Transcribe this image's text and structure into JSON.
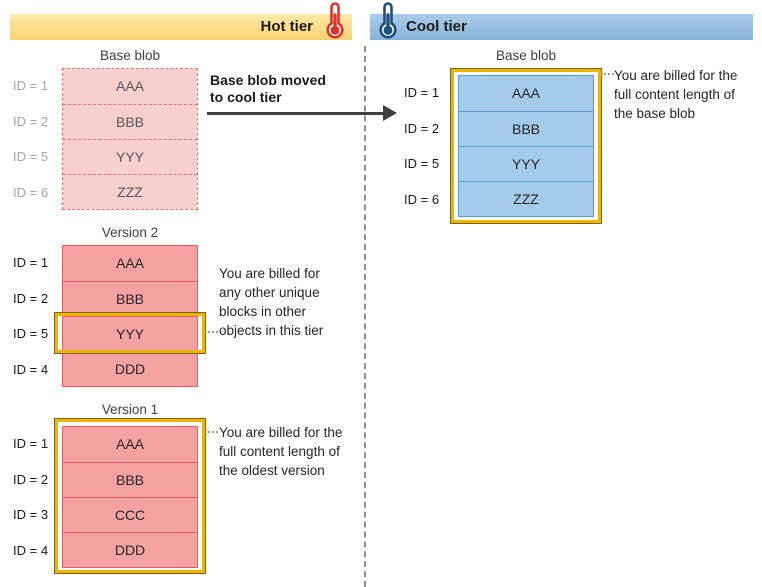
{
  "header": {
    "hot": {
      "label": "Hot tier",
      "icon": "thermometer-hot-icon",
      "bar_color": "#fbdc84",
      "icon_color": "#d9342b"
    },
    "cool": {
      "label": "Cool tier",
      "icon": "thermometer-cold-icon",
      "bar_color": "#9dc3e6",
      "icon_color": "#1f4e79"
    }
  },
  "hot_column": {
    "base_blob": {
      "title": "Base blob",
      "rows": [
        {
          "id": "ID = 1",
          "block": "AAA"
        },
        {
          "id": "ID = 2",
          "block": "BBB"
        },
        {
          "id": "ID = 5",
          "block": "YYY"
        },
        {
          "id": "ID = 6",
          "block": "ZZZ"
        }
      ]
    },
    "move_note": "Base blob moved\nto cool tier",
    "version2": {
      "title": "Version 2",
      "rows": [
        {
          "id": "ID = 1",
          "block": "AAA"
        },
        {
          "id": "ID = 2",
          "block": "BBB"
        },
        {
          "id": "ID = 5",
          "block": "YYY"
        },
        {
          "id": "ID = 4",
          "block": "DDD"
        }
      ],
      "highlighted_block": "YYY",
      "note": "You are billed for\nany other unique\nblocks in other\nobjects in this tier"
    },
    "version1": {
      "title": "Version 1",
      "rows": [
        {
          "id": "ID = 1",
          "block": "AAA"
        },
        {
          "id": "ID = 2",
          "block": "BBB"
        },
        {
          "id": "ID = 3",
          "block": "CCC"
        },
        {
          "id": "ID = 4",
          "block": "DDD"
        }
      ],
      "highlighted": "whole-table",
      "note": "You are billed for the\nfull content length of\nthe oldest version"
    }
  },
  "cool_column": {
    "base_blob": {
      "title": "Base blob",
      "rows": [
        {
          "id": "ID = 1",
          "block": "AAA"
        },
        {
          "id": "ID = 2",
          "block": "BBB"
        },
        {
          "id": "ID = 5",
          "block": "YYY"
        },
        {
          "id": "ID = 6",
          "block": "ZZZ"
        }
      ],
      "highlighted": "whole-table",
      "note": "You are billed for the\nfull content length of\nthe base blob"
    }
  },
  "colors": {
    "pink_light_fill": "#f8d0cd",
    "pink_light_border": "#e8736c",
    "pink_fill": "#f5a3a2",
    "pink_border": "#e45d5b",
    "blue_fill": "#a5cbea",
    "blue_border": "#5b9bd5",
    "gold_highlight": "#eeb500",
    "gold_outline": "#7c6316",
    "arrow": "#3f3f3f",
    "separator": "#909090",
    "muted_label": "#a6a6a6"
  }
}
